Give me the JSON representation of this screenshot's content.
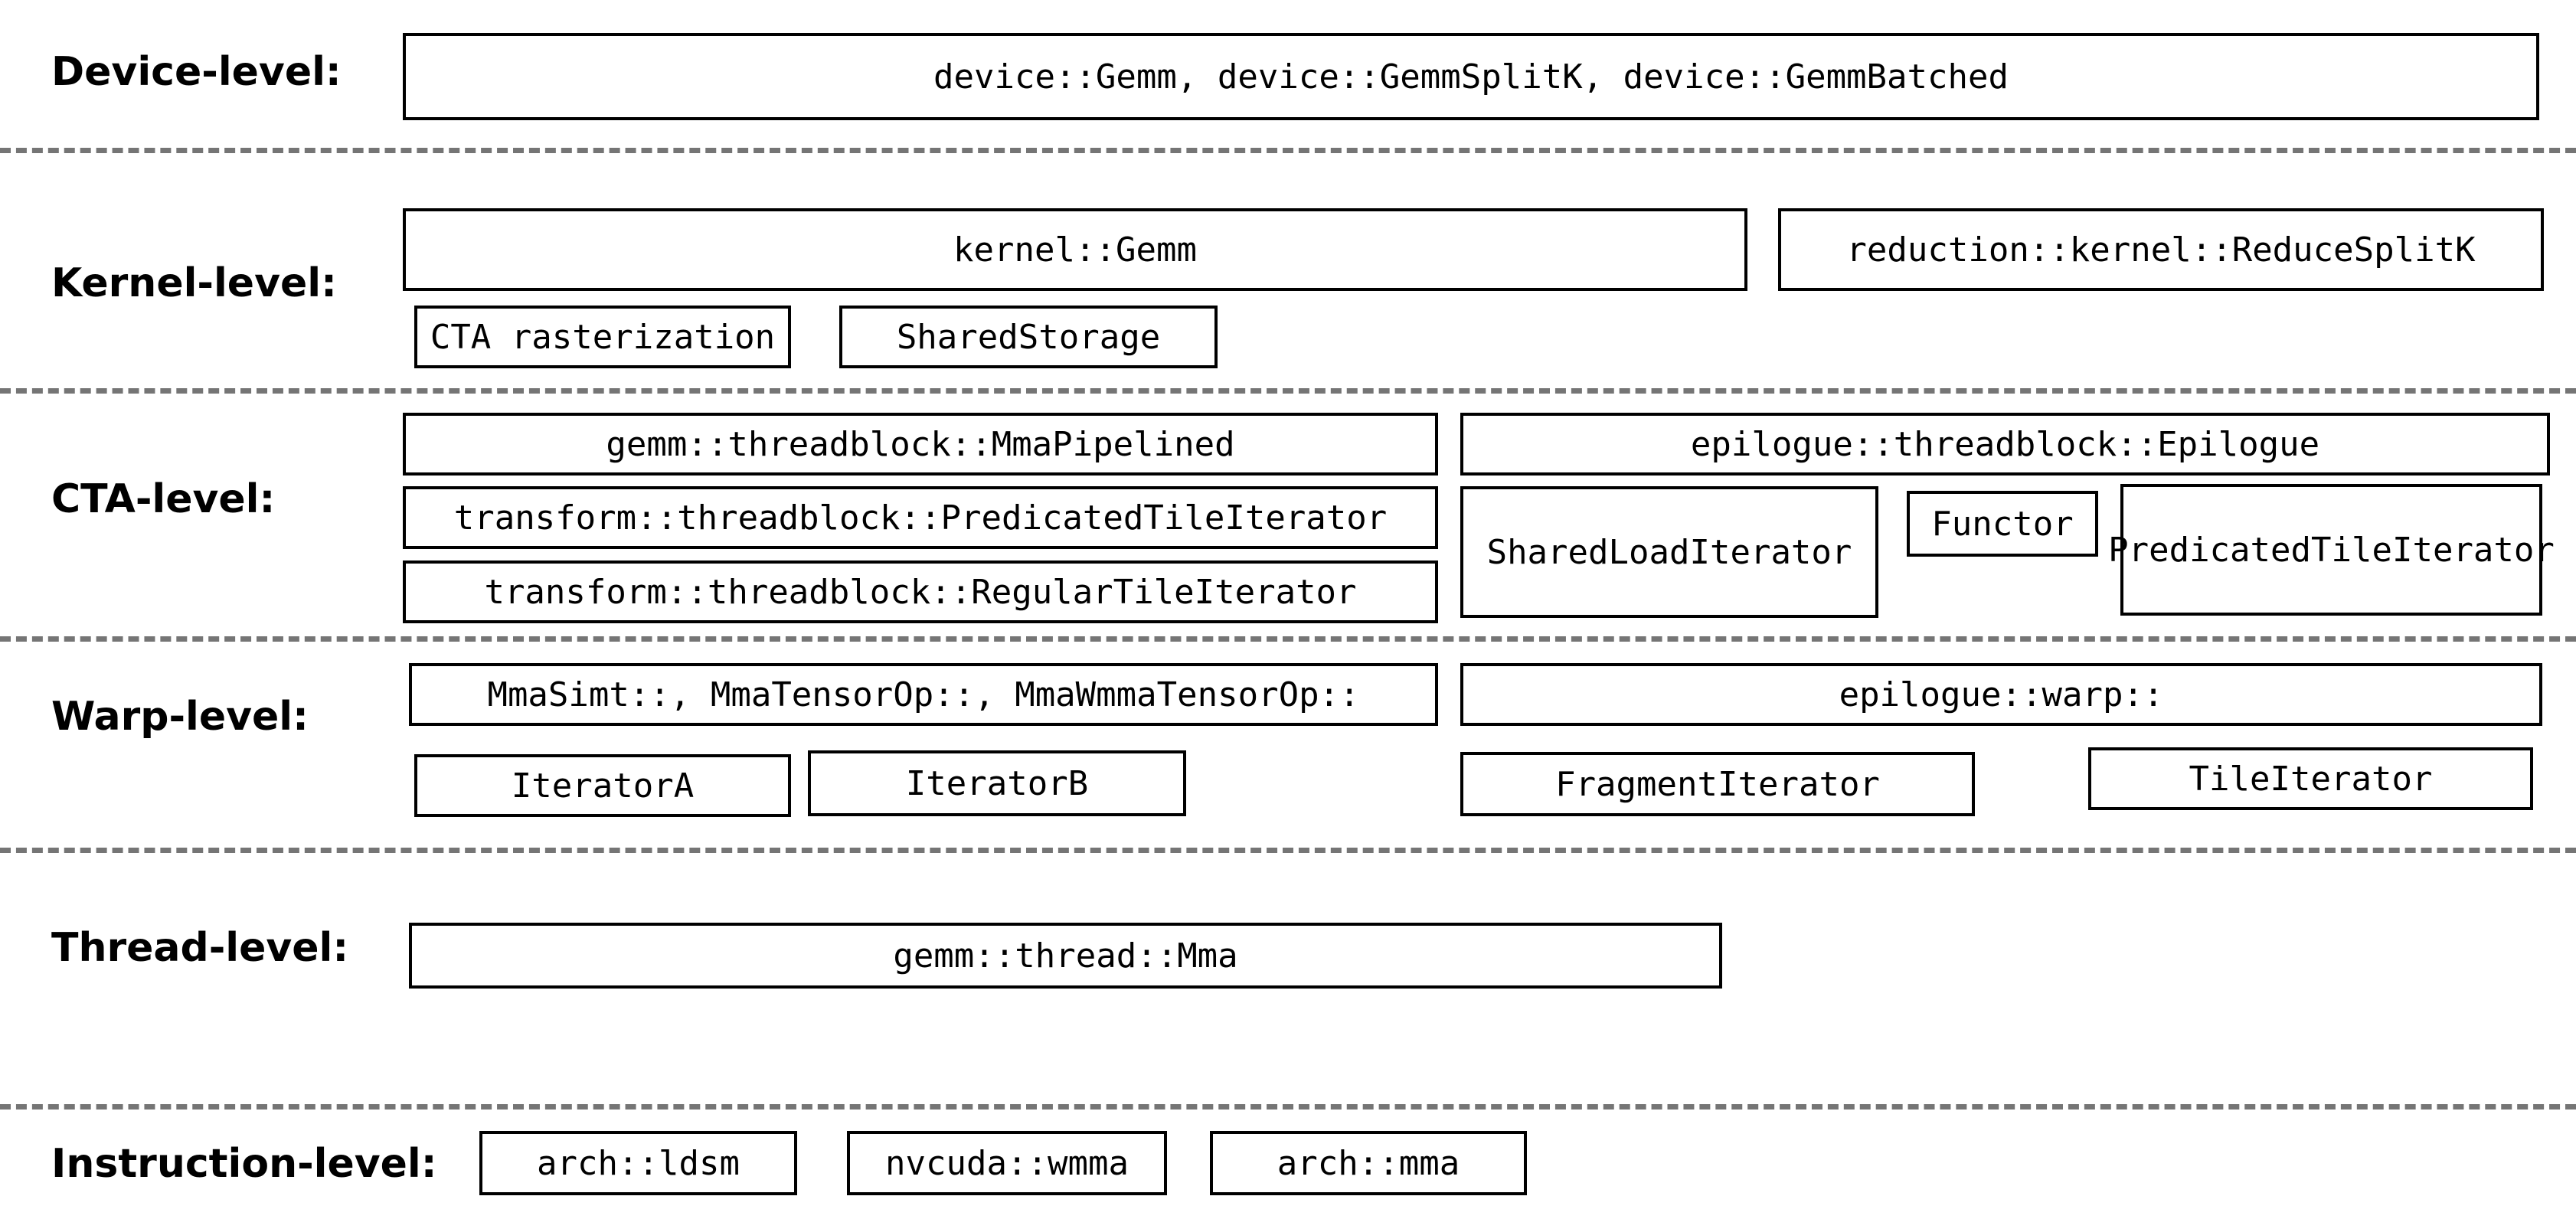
{
  "colors": {
    "background": "#ffffff",
    "box_border": "#000000",
    "box_text": "#000000",
    "label_text": "#000000",
    "separator": "#757575"
  },
  "diagram": {
    "levels": [
      {
        "label": "Device-level:",
        "boxes": [
          {
            "text": "device::Gemm, device::GemmSplitK, device::GemmBatched"
          }
        ]
      },
      {
        "label": "Kernel-level:",
        "boxes": [
          {
            "text": "kernel::Gemm"
          },
          {
            "text": "reduction::kernel::ReduceSplitK"
          },
          {
            "text": "CTA rasterization"
          },
          {
            "text": "SharedStorage"
          }
        ]
      },
      {
        "label": "CTA-level:",
        "boxes": [
          {
            "text": "gemm::threadblock::MmaPipelined"
          },
          {
            "text": "epilogue::threadblock::Epilogue"
          },
          {
            "text": "transform::threadblock::PredicatedTileIterator"
          },
          {
            "text": "SharedLoadIterator"
          },
          {
            "text": "Functor"
          },
          {
            "text": "PredicatedTileIterator"
          },
          {
            "text": "transform::threadblock::RegularTileIterator"
          }
        ]
      },
      {
        "label": "Warp-level:",
        "boxes": [
          {
            "text": "MmaSimt::, MmaTensorOp::, MmaWmmaTensorOp::"
          },
          {
            "text": "epilogue::warp::"
          },
          {
            "text": "IteratorA"
          },
          {
            "text": "IteratorB"
          },
          {
            "text": "FragmentIterator"
          },
          {
            "text": "TileIterator"
          }
        ]
      },
      {
        "label": "Thread-level:",
        "boxes": [
          {
            "text": "gemm::thread::Mma"
          }
        ]
      },
      {
        "label": "Instruction-level:",
        "boxes": [
          {
            "text": "arch::ldsm"
          },
          {
            "text": "nvcuda::wmma"
          },
          {
            "text": "arch::mma"
          }
        ]
      }
    ]
  }
}
